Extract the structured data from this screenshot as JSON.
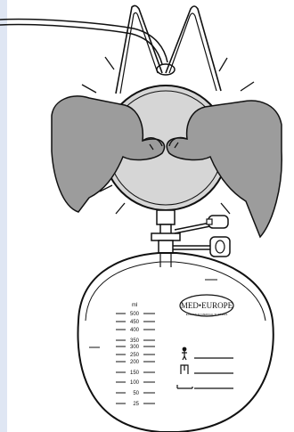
{
  "diagram": {
    "brand": {
      "logo_text": "MED•EUROPE",
      "sub_text": "EUROPEAN MEDICAL SUPPLIES"
    },
    "scale": {
      "unit": "ml",
      "marks": [
        "500",
        "450",
        "400",
        "350",
        "300",
        "250",
        "200",
        "150",
        "100",
        "50",
        "25"
      ]
    },
    "icons": [
      "standing-person-icon",
      "seated-person-icon",
      "lying-person-icon"
    ],
    "colors": {
      "line": "#111111",
      "skin": "#9c9c9c",
      "disc": "#d6d6d6",
      "background": "#ffffff"
    }
  }
}
